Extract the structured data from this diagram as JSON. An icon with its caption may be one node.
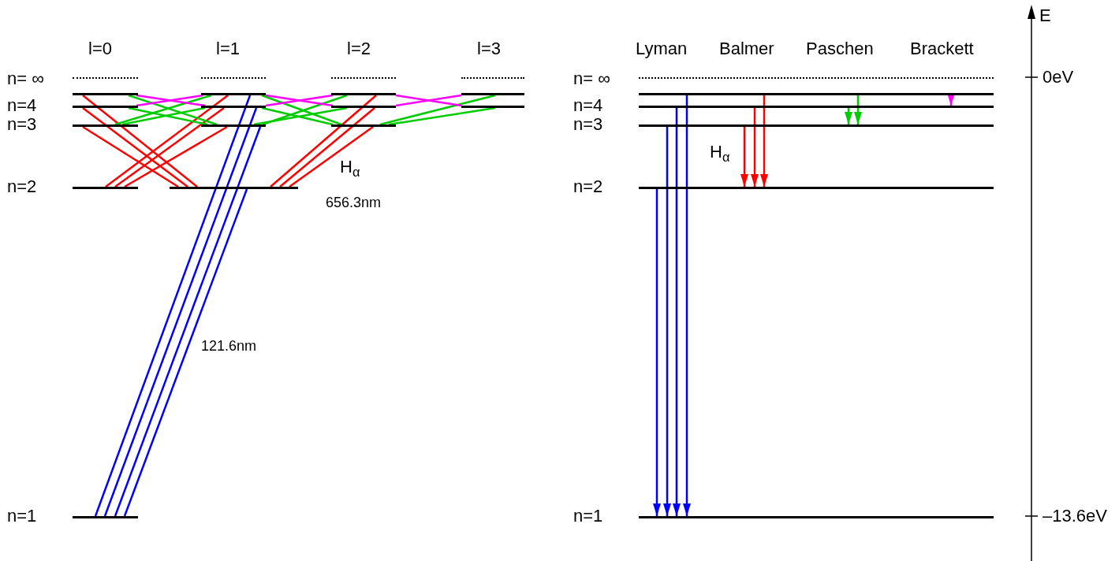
{
  "diagram": {
    "nodes": [
      {
        "text": [],
        "shape": "line",
        "beside": [
          "n= ∞"
        ]
      },
      {
        "text": [],
        "shape": "bar"
      },
      {
        "text": [],
        "shape": "bar",
        "beside": [
          "n=4"
        ]
      },
      {
        "text": [],
        "shape": "bar",
        "beside": [
          "n=3"
        ]
      },
      {
        "text": [],
        "shape": "bar",
        "beside": [
          "n=2"
        ]
      },
      {
        "text": [],
        "shape": "bar",
        "beside": [
          "n=1"
        ]
      },
      {
        "text": [],
        "shape": "line"
      },
      {
        "text": [],
        "shape": "bar"
      },
      {
        "text": [],
        "shape": "bar"
      },
      {
        "text": [],
        "shape": "bar"
      },
      {
        "text": [],
        "shape": "bar"
      },
      {
        "text": [],
        "shape": "line"
      },
      {
        "text": [],
        "shape": "bar"
      },
      {
        "text": [],
        "shape": "bar"
      },
      {
        "text": [],
        "shape": "bar"
      },
      {
        "text": [],
        "shape": "line"
      },
      {
        "text": [],
        "shape": "bar"
      },
      {
        "text": [],
        "shape": "bar"
      },
      {
        "text": [],
        "shape": "line",
        "beside": [
          "n= ∞"
        ]
      },
      {
        "text": [],
        "shape": "bar"
      },
      {
        "text": [],
        "shape": "bar",
        "beside": [
          "n=4"
        ]
      },
      {
        "text": [],
        "shape": "bar",
        "beside": [
          "n=3"
        ]
      },
      {
        "text": [],
        "shape": "bar",
        "beside": [
          "n=2"
        ]
      },
      {
        "text": [],
        "shape": "bar",
        "beside": [
          "n=1"
        ]
      }
    ],
    "edges": [
      {
        "from": 1,
        "to": 10,
        "arrow": "none",
        "color": "#ff0000"
      },
      {
        "from": 2,
        "to": 10,
        "arrow": "none",
        "color": "#ff0000"
      },
      {
        "from": 3,
        "to": 10,
        "arrow": "none",
        "color": "#ff0000"
      },
      {
        "from": 7,
        "to": 4,
        "arrow": "none",
        "color": "#ff0000"
      },
      {
        "from": 8,
        "to": 4,
        "arrow": "none",
        "color": "#ff0000"
      },
      {
        "from": 9,
        "to": 4,
        "arrow": "none",
        "color": "#ff0000"
      },
      {
        "from": 12,
        "to": 10,
        "arrow": "none",
        "color": "#ff0000"
      },
      {
        "from": 13,
        "to": 10,
        "arrow": "none",
        "color": "#ff0000"
      },
      {
        "from": 14,
        "to": 10,
        "arrow": "none",
        "color": "#ff0000"
      },
      {
        "from": 7,
        "to": 5,
        "arrow": "none",
        "color": "#0000ff"
      },
      {
        "from": 8,
        "to": 5,
        "arrow": "none",
        "color": "#0000ff"
      },
      {
        "from": 9,
        "to": 5,
        "arrow": "none",
        "color": "#0000ff"
      },
      {
        "from": 10,
        "to": 5,
        "arrow": "none",
        "color": "#0000ff"
      },
      {
        "from": 1,
        "to": 9,
        "arrow": "none",
        "color": "#00cc00"
      },
      {
        "from": 2,
        "to": 9,
        "arrow": "none",
        "color": "#00cc00"
      },
      {
        "from": 7,
        "to": 3,
        "arrow": "none",
        "color": "#00cc00"
      },
      {
        "from": 8,
        "to": 3,
        "arrow": "none",
        "color": "#00cc00"
      },
      {
        "from": 7,
        "to": 14,
        "arrow": "none",
        "color": "#00cc00"
      },
      {
        "from": 8,
        "to": 14,
        "arrow": "none",
        "color": "#00cc00"
      },
      {
        "from": 12,
        "to": 9,
        "arrow": "none",
        "color": "#00cc00"
      },
      {
        "from": 13,
        "to": 9,
        "arrow": "none",
        "color": "#00cc00"
      },
      {
        "from": 16,
        "to": 14,
        "arrow": "none",
        "color": "#00cc00"
      },
      {
        "from": 17,
        "to": 14,
        "arrow": "none",
        "color": "#00cc00"
      },
      {
        "from": 7,
        "to": 2,
        "arrow": "none",
        "color": "#ff00ff"
      },
      {
        "from": 1,
        "to": 8,
        "arrow": "none",
        "color": "#ff00ff"
      },
      {
        "from": 7,
        "to": 13,
        "arrow": "none",
        "color": "#ff00ff"
      },
      {
        "from": 12,
        "to": 8,
        "arrow": "none",
        "color": "#ff00ff"
      },
      {
        "from": 12,
        "to": 17,
        "arrow": "none",
        "color": "#ff00ff"
      },
      {
        "from": 16,
        "to": 13,
        "arrow": "none",
        "color": "#ff00ff"
      },
      {
        "from": 22,
        "to": 23,
        "arrow": "to",
        "color": "#0000ff"
      },
      {
        "from": 21,
        "to": 23,
        "arrow": "to",
        "color": "#0000ff"
      },
      {
        "from": 20,
        "to": 23,
        "arrow": "to",
        "color": "#0000ff"
      },
      {
        "from": 19,
        "to": 23,
        "arrow": "to",
        "color": "#0000ff"
      },
      {
        "from": 21,
        "to": 22,
        "arrow": "to",
        "color": "#ff0000"
      },
      {
        "from": 20,
        "to": 22,
        "arrow": "to",
        "color": "#ff0000"
      },
      {
        "from": 19,
        "to": 22,
        "arrow": "to",
        "color": "#ff0000"
      },
      {
        "from": 20,
        "to": 21,
        "arrow": "to",
        "color": "#00cc00"
      },
      {
        "from": 19,
        "to": 21,
        "arrow": "to",
        "color": "#00cc00"
      },
      {
        "from": 19,
        "to": 20,
        "arrow": "to",
        "color": "#ff00ff"
      }
    ],
    "labels": [
      "E",
      "l=0",
      "l=1",
      "l=2",
      "l=3",
      "Lyman",
      "Balmer",
      "Paschen",
      "Brackett",
      "0eV",
      "H$_{α}$",
      "H$_{α}$",
      "656.3nm",
      "121.6nm",
      "–13.6eV"
    ]
  }
}
